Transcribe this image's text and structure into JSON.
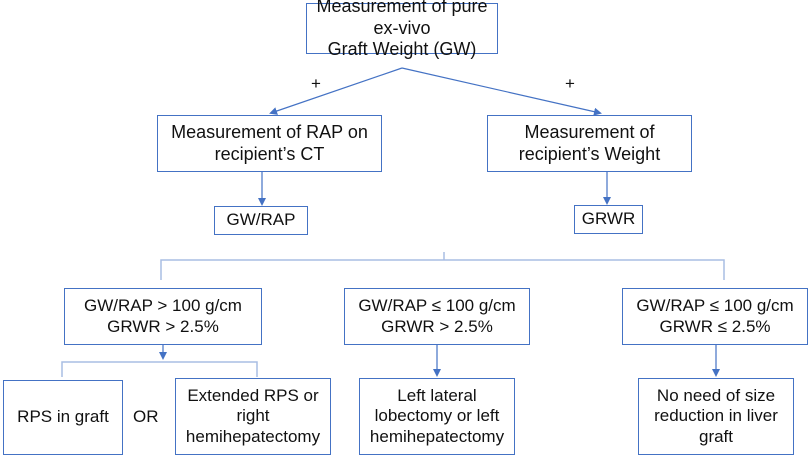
{
  "flowchart": {
    "top": {
      "line1": "Measurement of pure ex-vivo",
      "line2": "Graft Weight (GW)"
    },
    "plus_symbol": "+",
    "rap_measure": {
      "line1": "Measurement of RAP on",
      "line2": "recipient’s CT"
    },
    "weight_measure": {
      "line1": "Measurement of",
      "line2": "recipient’s Weight"
    },
    "gw_rap": "GW/RAP",
    "grwr": "GRWR",
    "conditions": [
      {
        "line1": "GW/RAP > 100 g/cm",
        "line2": "GRWR > 2.5%"
      },
      {
        "line1": "GW/RAP ≤ 100 g/cm",
        "line2": "GRWR > 2.5%"
      },
      {
        "line1": "GW/RAP ≤ 100 g/cm",
        "line2": "GRWR ≤ 2.5%"
      }
    ],
    "outcomes": {
      "rps": "RPS in graft",
      "or": "OR",
      "extended": [
        "Extended RPS or",
        "right",
        "hemihepatectomy"
      ],
      "left_lateral": [
        "Left lateral",
        "lobectomy or left",
        "hemihepatectomy"
      ],
      "no_reduction": [
        "No need of size",
        "reduction in liver",
        "graft"
      ]
    },
    "colors": {
      "line": "#4472c4",
      "box_border": "#4472c4",
      "connector_light": "#a9bde3",
      "text": "#111111"
    }
  }
}
